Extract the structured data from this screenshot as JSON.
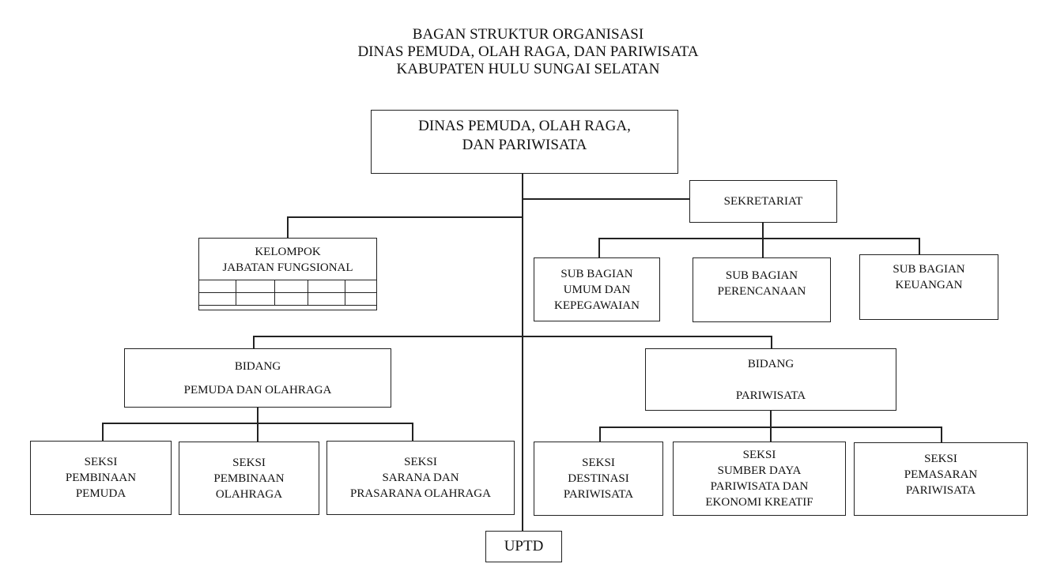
{
  "header": {
    "title_lines": [
      "BAGAN STRUKTUR ORGANISASI",
      "DINAS PEMUDA, OLAH RAGA, DAN PARIWISATA",
      "KABUPATEN HULU SUNGAI SELATAN"
    ]
  },
  "nodes": {
    "head": {
      "lines": [
        "DINAS PEMUDA, OLAH RAGA,",
        "DAN PARIWISATA"
      ]
    },
    "sekretariat": {
      "lines": [
        "SEKRETARIAT"
      ]
    },
    "kelompok": {
      "lines": [
        "KELOMPOK",
        "JABATAN FUNGSIONAL"
      ]
    },
    "sub_umum": {
      "lines": [
        "SUB BAGIAN",
        "UMUM DAN",
        "KEPEGAWAIAN"
      ]
    },
    "sub_perencanaan": {
      "lines": [
        "SUB BAGIAN",
        "PERENCANAAN"
      ]
    },
    "sub_keuangan": {
      "lines": [
        "SUB BAGIAN",
        "KEUANGAN"
      ]
    },
    "bidang_pemuda": {
      "lines": [
        "BIDANG",
        "PEMUDA DAN OLAHRAGA"
      ]
    },
    "bidang_pariwisata": {
      "lines": [
        "BIDANG",
        "PARIWISATA"
      ]
    },
    "seksi_pemuda": {
      "lines": [
        "SEKSI",
        "PEMBINAAN",
        "PEMUDA"
      ]
    },
    "seksi_olahraga": {
      "lines": [
        "SEKSI",
        "PEMBINAAN",
        "OLAHRAGA"
      ]
    },
    "seksi_sarana": {
      "lines": [
        "SEKSI",
        "SARANA DAN",
        "PRASARANA OLAHRAGA"
      ]
    },
    "seksi_destinasi": {
      "lines": [
        "SEKSI",
        "DESTINASI",
        "PARIWISATA"
      ]
    },
    "seksi_sumberdaya": {
      "lines": [
        "SEKSI",
        "SUMBER DAYA",
        "PARIWISATA DAN",
        "EKONOMI KREATIF"
      ]
    },
    "seksi_pemasaran": {
      "lines": [
        "SEKSI",
        "PEMASARAN",
        "PARIWISATA"
      ]
    },
    "uptd": {
      "lines": [
        "UPTD"
      ]
    }
  }
}
